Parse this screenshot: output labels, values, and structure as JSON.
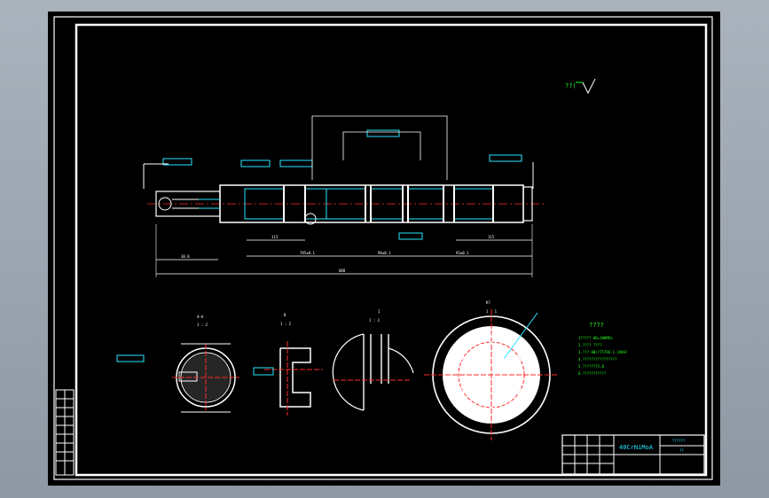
{
  "drawing": {
    "material": "40CrNiMoA",
    "title_cell": "??????",
    "scale_cell": "??",
    "tech_req_title": "????",
    "tech_req_lines": [
      "1????? HB=300MPa",
      "2.???? ????",
      "3.??? HB(?T5796.1-1986?",
      "4.????????????????",
      "5.???????5.0",
      "6.???????????"
    ],
    "roughness_note": "??(",
    "section_labels": {
      "aa_title": "A—A",
      "aa_scale": "1 : 2",
      "bb_title": "B",
      "bb_scale": "1 : 2",
      "cc_title": "I",
      "cc_scale": "1 : 1",
      "k_label": "K?",
      "k_scale": "1 : 1"
    },
    "dim_texts": {
      "overall": "888",
      "seg1": "38.8",
      "seg2": "785±0.1",
      "seg3": "98±0.1",
      "seg4": "93±0.1",
      "seg5": "115",
      "seg6": "115"
    }
  }
}
